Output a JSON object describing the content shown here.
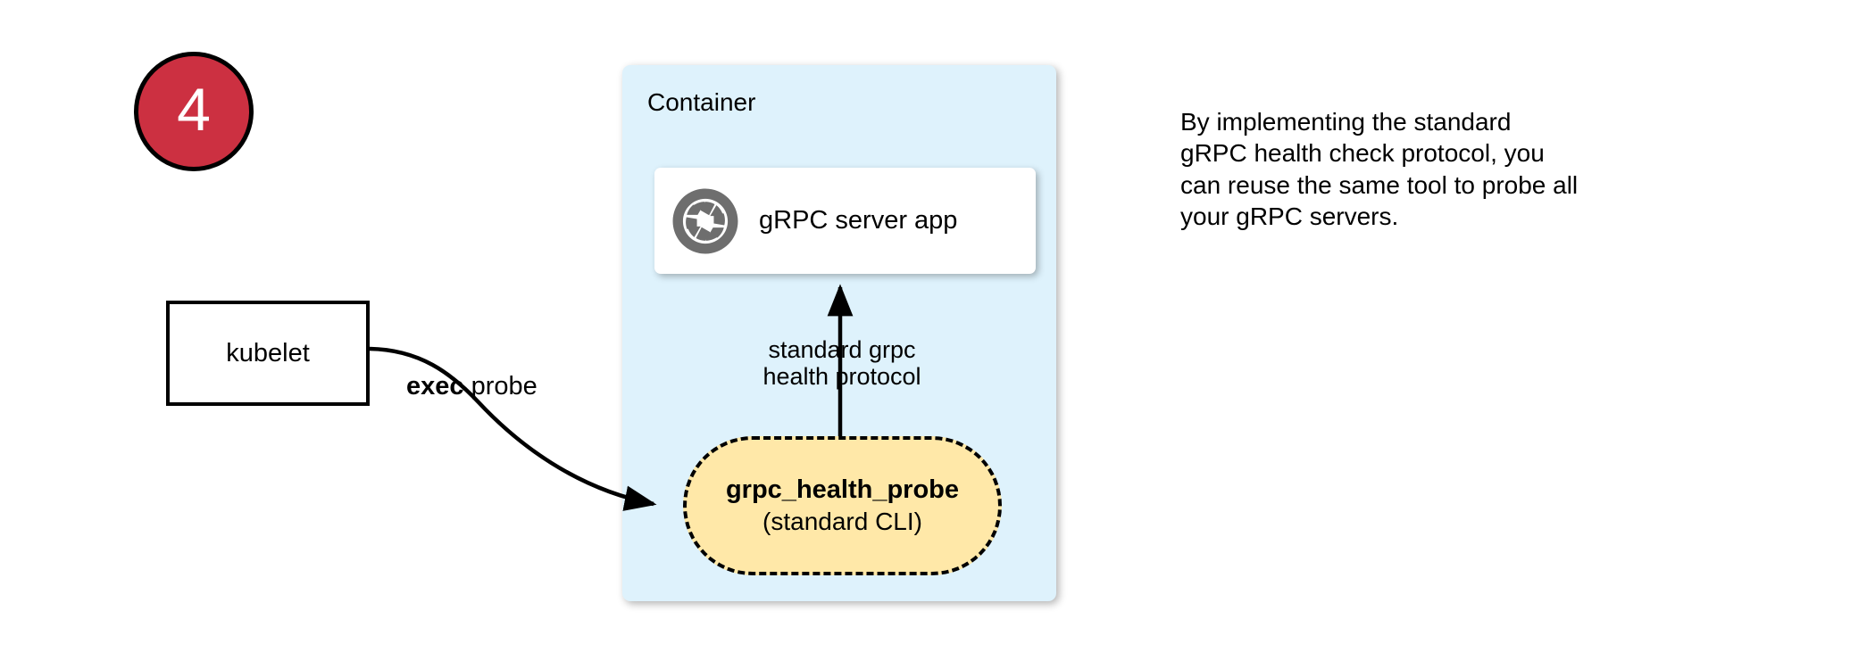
{
  "step": {
    "number": "4"
  },
  "container": {
    "label": "Container"
  },
  "server_card": {
    "icon": "grpc-aperture-icon",
    "label": "gRPC server app"
  },
  "kubelet": {
    "label": "kubelet"
  },
  "probe": {
    "title": "grpc_health_probe",
    "subtitle": "(standard CLI)"
  },
  "edges": {
    "exec_probe": {
      "bold_text": "exec",
      "rest_text": " probe",
      "from": "kubelet",
      "to": "grpc_health_probe"
    },
    "health_protocol": {
      "line1": "standard grpc",
      "line2": "health protocol",
      "from": "grpc_health_probe",
      "to": "gRPC server app"
    }
  },
  "annotation": {
    "line1": "By implementing the standard",
    "line2": "gRPC health check protocol, you",
    "line3": "can reuse the same tool to probe all",
    "line4": "your gRPC servers."
  },
  "colors": {
    "badge_fill": "#cc3041",
    "badge_text": "#ffffff",
    "container_fill": "#def2fc",
    "card_fill": "#ffffff",
    "probe_fill": "#ffe8a8",
    "stroke": "#000000",
    "icon_gray": "#6e6e6e",
    "page_background": "#ffffff"
  }
}
